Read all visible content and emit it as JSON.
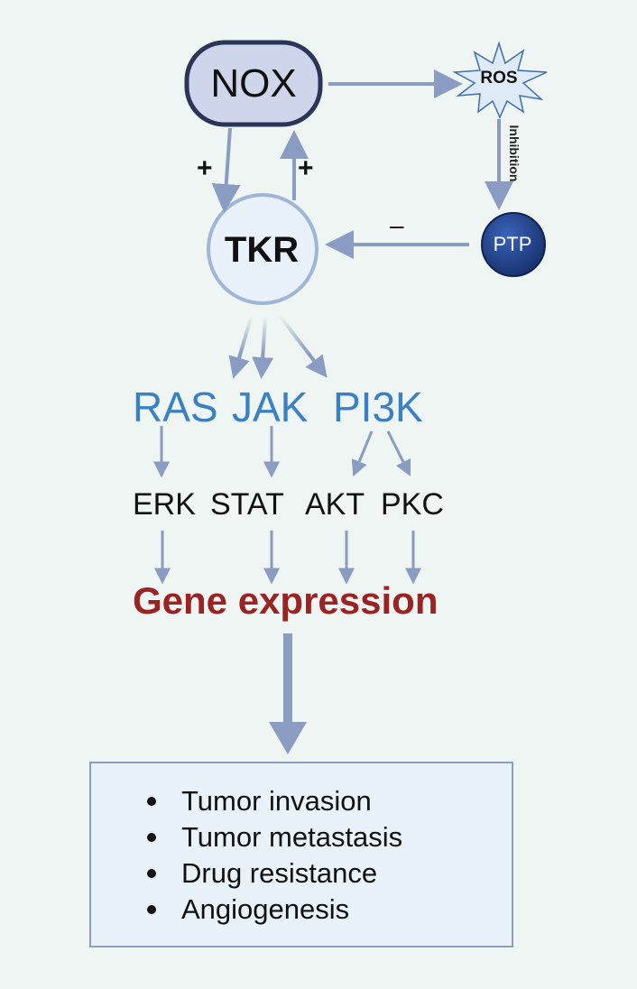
{
  "nodes": {
    "nox": "NOX",
    "ros": "ROS",
    "ptp": "PTP",
    "tkr": "TKR"
  },
  "edge_labels": {
    "nox_to_tkr": "+",
    "tkr_to_nox": "+",
    "ros_to_ptp": "Inhibition",
    "ptp_to_tkr": "–"
  },
  "pathways": [
    "RAS",
    "JAK",
    "PI3K"
  ],
  "effectors": [
    "ERK",
    "STAT",
    "AKT",
    "PKC"
  ],
  "gene_expression": "Gene expression",
  "outcomes": [
    "Tumor invasion",
    "Tumor metastasis",
    "Drug resistance",
    "Angiogenesis"
  ],
  "colors": {
    "background": "#eef5f2",
    "arrow": "#8a9cc2",
    "nox_fill": "#cfd6ec",
    "nox_border": "#2b3559",
    "ptp_fill": "#1f3f86",
    "tkr_fill": "#e9f1fb",
    "pathway_text": "#3a80c4",
    "gene_text": "#9a2424",
    "box_border": "#8f9dbd",
    "box_fill": "#e9f1f9"
  }
}
